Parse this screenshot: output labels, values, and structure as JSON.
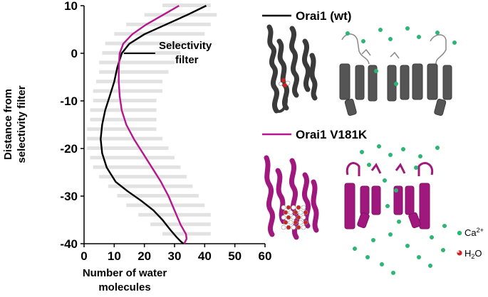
{
  "chart_data": {
    "type": "line",
    "xlabel_lines": [
      "Number of water",
      "molecules"
    ],
    "ylabel_lines": [
      "Distance from",
      "selectivity filter"
    ],
    "xlim": [
      0,
      60
    ],
    "ylim": [
      -40,
      10
    ],
    "xticks": [
      0,
      10,
      20,
      30,
      40,
      50,
      60
    ],
    "yticks": [
      10,
      0,
      -10,
      -20,
      -30,
      -40
    ],
    "grid": false,
    "legend_position": "right",
    "annotation_lines": [
      "Selectivity",
      "filter"
    ],
    "annotation_y": 0,
    "series": [
      {
        "name": "Orai1 (wt)",
        "color": "#000000",
        "points": [
          [
            40.5,
            10
          ],
          [
            34,
            8
          ],
          [
            27,
            6
          ],
          [
            20,
            4
          ],
          [
            15,
            2
          ],
          [
            12.5,
            0
          ],
          [
            11,
            -3
          ],
          [
            10,
            -6
          ],
          [
            8.5,
            -9
          ],
          [
            7,
            -12
          ],
          [
            6,
            -15
          ],
          [
            5.5,
            -18
          ],
          [
            6,
            -21
          ],
          [
            7.5,
            -24
          ],
          [
            10.5,
            -27
          ],
          [
            14.5,
            -29
          ],
          [
            19,
            -31
          ],
          [
            23,
            -33
          ],
          [
            26,
            -35
          ],
          [
            28.5,
            -37
          ],
          [
            30.5,
            -38.5
          ],
          [
            32,
            -39.5
          ],
          [
            33,
            -40
          ]
        ]
      },
      {
        "name": "Orai1 V181K",
        "color": "#b5178f",
        "points": [
          [
            31.5,
            10
          ],
          [
            26,
            8
          ],
          [
            20.5,
            6
          ],
          [
            16,
            4
          ],
          [
            13,
            2
          ],
          [
            11.8,
            0
          ],
          [
            11.5,
            -3
          ],
          [
            11.5,
            -6
          ],
          [
            11.8,
            -9
          ],
          [
            12.5,
            -12
          ],
          [
            14,
            -15
          ],
          [
            16.5,
            -18
          ],
          [
            19.5,
            -21
          ],
          [
            22.5,
            -24
          ],
          [
            25.5,
            -27
          ],
          [
            28,
            -30
          ],
          [
            30,
            -33
          ],
          [
            32,
            -36
          ],
          [
            33.8,
            -38
          ],
          [
            34,
            -39
          ],
          [
            33.2,
            -40
          ]
        ]
      }
    ],
    "error_band": {
      "color": "#dddddd",
      "rows": [
        [
          10,
          26,
          42
        ],
        [
          8,
          20,
          44
        ],
        [
          6,
          14,
          42
        ],
        [
          4,
          10,
          40
        ],
        [
          2,
          7,
          36
        ],
        [
          0,
          6,
          32
        ],
        [
          -2,
          5,
          30
        ],
        [
          -4,
          5,
          28
        ],
        [
          -6,
          4,
          26
        ],
        [
          -8,
          3,
          26
        ],
        [
          -10,
          3,
          24
        ],
        [
          -12,
          2,
          24
        ],
        [
          -14,
          2,
          24
        ],
        [
          -16,
          1,
          24
        ],
        [
          -18,
          1,
          26
        ],
        [
          -20,
          1,
          28
        ],
        [
          -22,
          2,
          30
        ],
        [
          -24,
          3,
          32
        ],
        [
          -26,
          5,
          34
        ],
        [
          -28,
          8,
          36
        ],
        [
          -30,
          11,
          38
        ],
        [
          -32,
          14,
          40
        ],
        [
          -34,
          18,
          42
        ],
        [
          -36,
          22,
          42
        ],
        [
          -38,
          26,
          42
        ]
      ]
    }
  },
  "panel_key": [
    {
      "symbol": "ion",
      "color": "#2bb673",
      "label": "Ca",
      "sup": "2+"
    },
    {
      "symbol": "water",
      "color": "#cc2222",
      "label": "H",
      "sub": "2",
      "label_end": "O"
    }
  ]
}
